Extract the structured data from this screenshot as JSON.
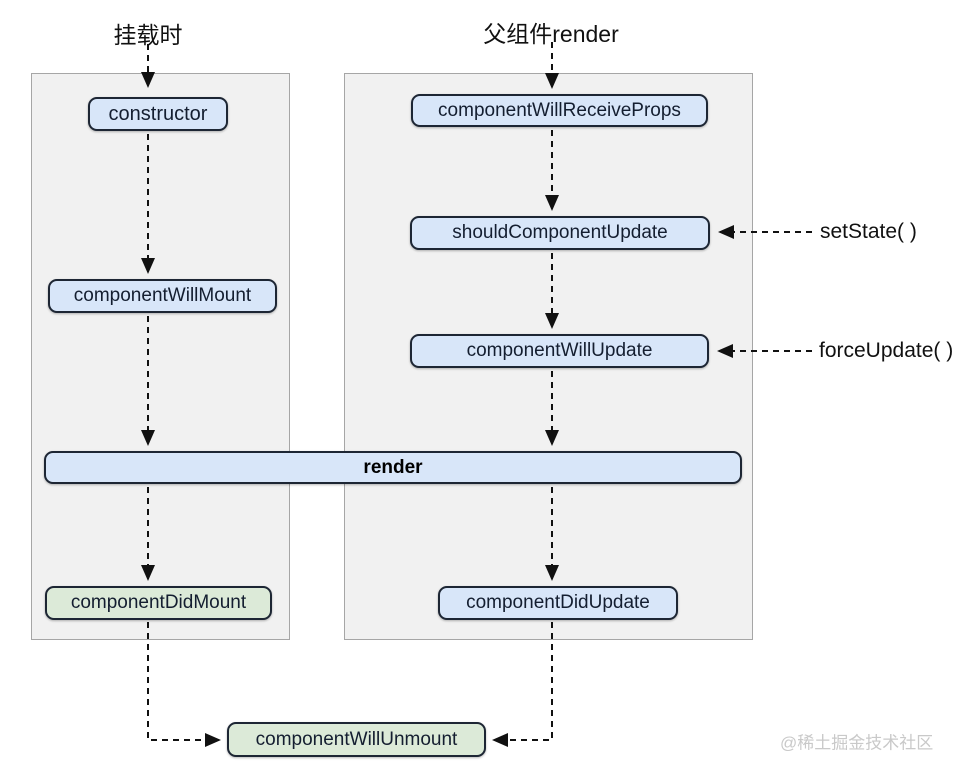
{
  "mount_column": {
    "title": "挂载时",
    "boxes": {
      "constructor": "constructor",
      "component_will_mount": "componentWillMount",
      "component_did_mount": "componentDidMount"
    }
  },
  "update_column": {
    "title": "父组件render",
    "boxes": {
      "component_will_receive_props": "componentWillReceiveProps",
      "should_component_update": "shouldComponentUpdate",
      "component_will_update": "componentWillUpdate",
      "component_did_update": "componentDidUpdate"
    }
  },
  "shared": {
    "render": "render",
    "component_will_unmount": "componentWillUnmount"
  },
  "triggers": {
    "set_state": "setState( )",
    "force_update": "forceUpdate( )"
  },
  "watermark": "@稀土掘金技术社区",
  "colors": {
    "box_blue": "#d8e6f9",
    "box_green": "#dcead8",
    "box_border": "#1d2634",
    "panel_bg": "#f1f1f1",
    "panel_border": "#a6a6a6",
    "arrow": "#111111",
    "watermark": "#c9c9c9"
  }
}
